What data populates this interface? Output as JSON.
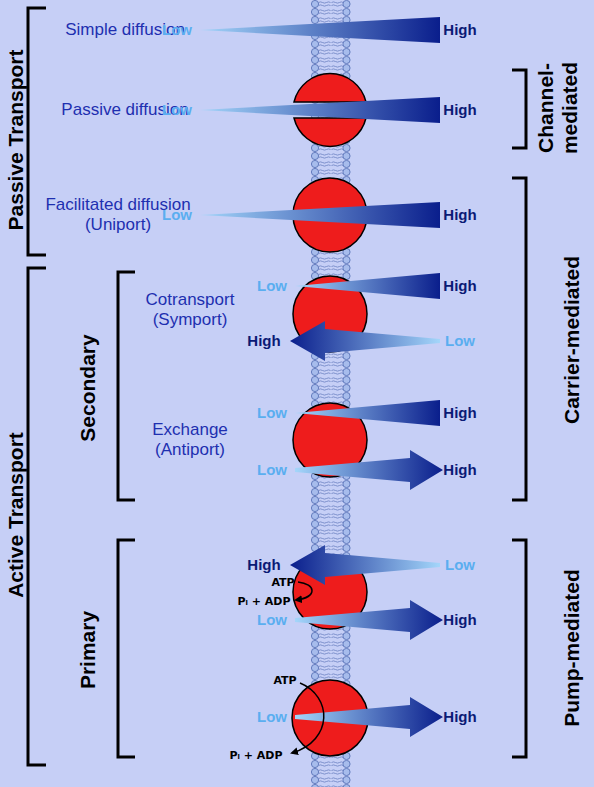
{
  "diagram": {
    "labels": [
      "Passive Transport",
      "Simple diffusion",
      "Low",
      "High",
      "Channel- mediated",
      "Passive diffusion",
      "Low",
      "High",
      "Facilitated diffusion (Uniport)",
      "Low",
      "High",
      "Carrier-mediated",
      "Active Transport",
      "Secondary",
      "Cotransport (Symport)",
      "Low",
      "High",
      "High",
      "Low",
      "Exchange (Antiport)",
      "Low",
      "High",
      "Low",
      "High",
      "Primary",
      "Pump-mediated",
      "High",
      "Low",
      "ATP",
      "Pᵢ + ADP",
      "Low",
      "High",
      "ATP",
      "Low",
      "High",
      "Pᵢ + ADP"
    ]
  }
}
